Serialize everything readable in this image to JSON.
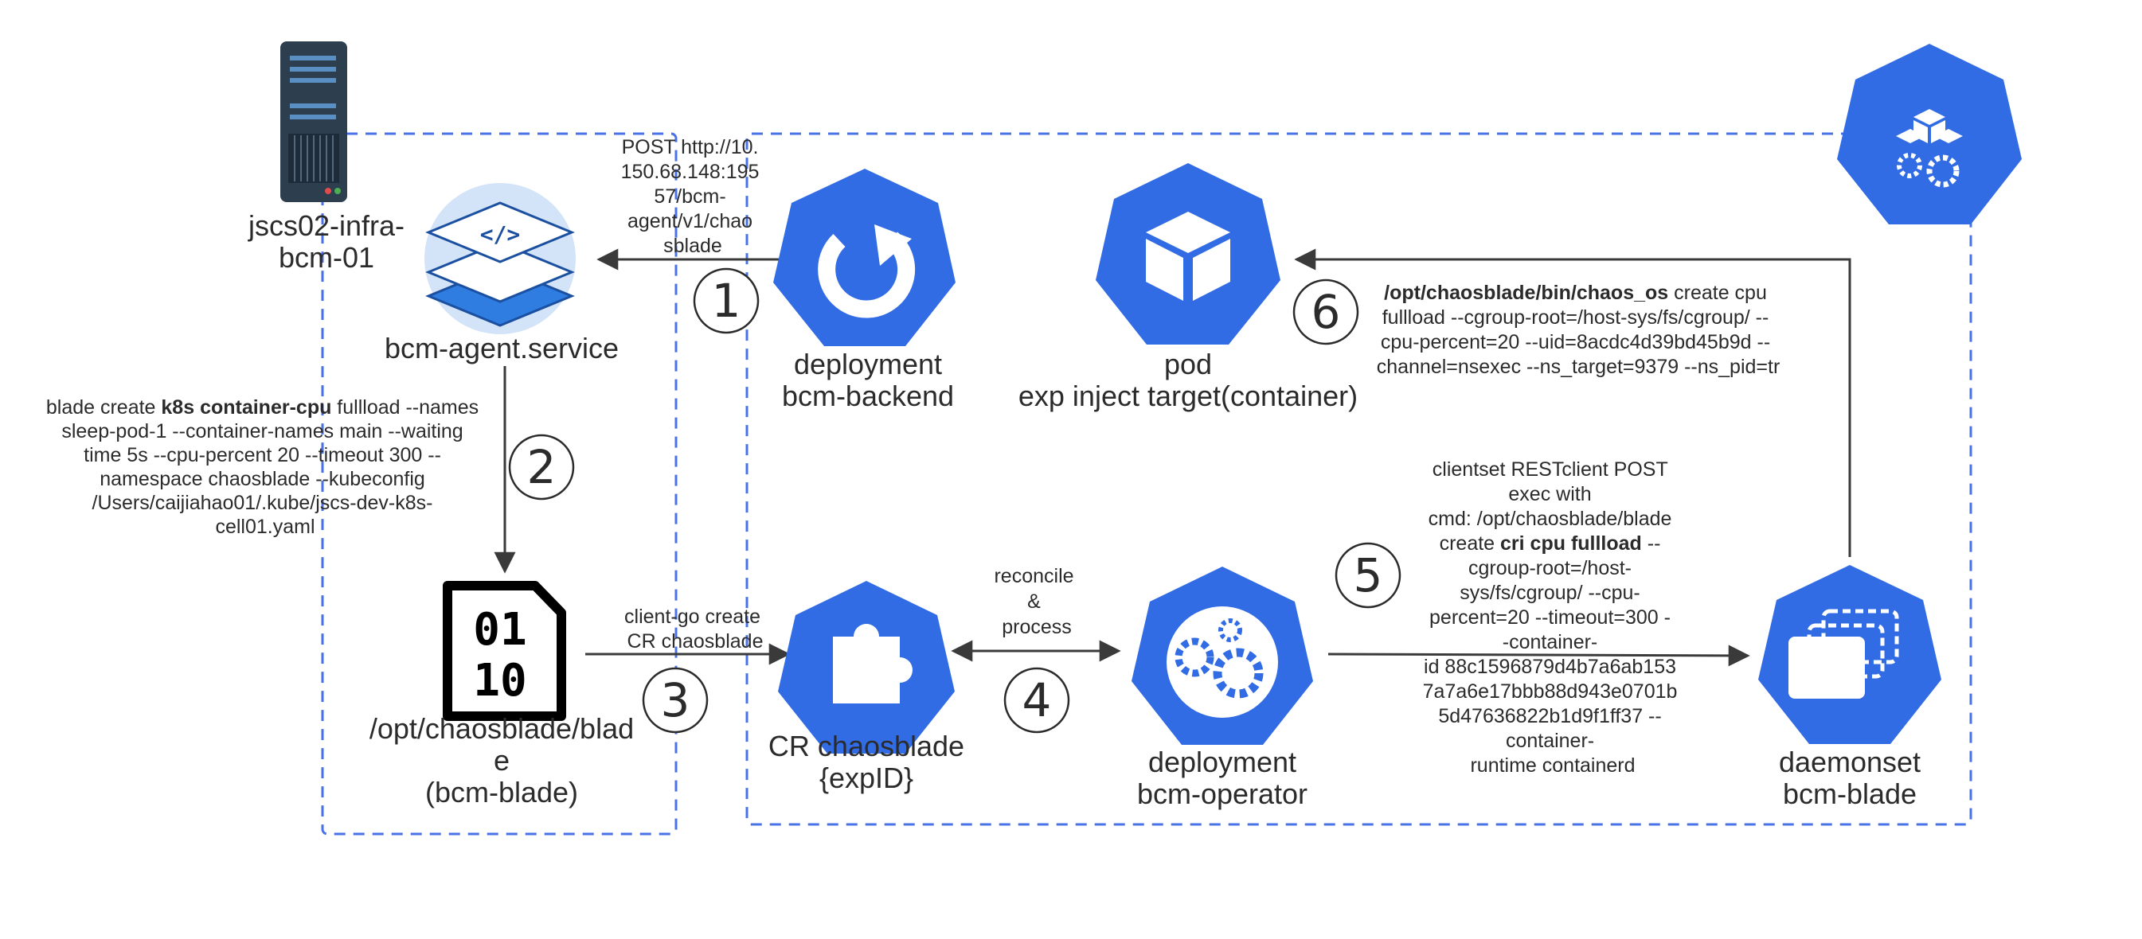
{
  "colors": {
    "k8s_blue": "#326ce5",
    "dash_blue": "#4a72e8",
    "arrow": "#3a3a3a",
    "server_dark": "#2d3e4f"
  },
  "nodes": {
    "server": {
      "line1": "jscs02-infra-",
      "line2": "bcm-01"
    },
    "agent": {
      "label": "bcm-agent.service"
    },
    "blade_bin": {
      "line1": "/opt/chaosblade/blad",
      "line2": "e",
      "line3": "(bcm-blade)",
      "glyph1": "01",
      "glyph2": "10"
    },
    "backend": {
      "line1": "deployment",
      "line2": "bcm-backend"
    },
    "pod": {
      "line1": "pod",
      "line2": "exp inject target(container)"
    },
    "cr": {
      "line1": "CR chaosblade",
      "line2": "{expID}"
    },
    "operator": {
      "line1": "deployment",
      "line2": "bcm-operator"
    },
    "daemonset": {
      "line1": "daemonset",
      "line2": "bcm-blade"
    }
  },
  "steps": [
    "1",
    "2",
    "3",
    "4",
    "5",
    "6"
  ],
  "edges": {
    "post": [
      "POST http://10.",
      "150.68.148:195",
      "57/bcm-",
      "agent/v1/chao",
      "sblade"
    ],
    "cmd2": {
      "l1a": "blade create ",
      "l1b": "k8s container-cpu",
      "l1c": " fullload --names",
      "l2": "sleep-pod-1 --container-names main --waiting",
      "l3": "time 5s --cpu-percent 20 --timeout 300 --",
      "l4": "namespace chaosblade --kubeconfig",
      "l5": "/Users/caijiahao01/.kube/jscs-dev-k8s-",
      "l6": "cell01.yaml"
    },
    "clientgo": [
      "client-go create",
      "CR chaosblade"
    ],
    "reconcile": [
      "reconcile",
      "&",
      "process"
    ],
    "exec": {
      "l1": "clientset RESTclient POST",
      "l2": "exec with",
      "l3": "cmd: /opt/chaosblade/blade",
      "l4a": "create ",
      "l4b": "cri cpu fullload",
      "l4c": " --",
      "l5": "cgroup-root=/host-",
      "l6": "sys/fs/cgroup/ --cpu-",
      "l7": "percent=20 --timeout=300 -",
      "l8": "-container-",
      "l9": "id 88c1596879d4b7a6ab153",
      "l10": "7a7a6e17bbb88d943e0701b",
      "l11": "5d47636822b1d9f1ff37 --",
      "l12": "container-",
      "l13": "runtime containerd"
    },
    "chaos_os": {
      "l1a": "/opt/chaosblade/bin/chaos_os",
      "l1b": " create cpu",
      "l2": "fullload --cgroup-root=/host-sys/fs/cgroup/ --",
      "l3": "cpu-percent=20 --uid=8acdc4d39bd45b9d --",
      "l4": "channel=nsexec --ns_target=9379 --ns_pid=tr"
    }
  }
}
